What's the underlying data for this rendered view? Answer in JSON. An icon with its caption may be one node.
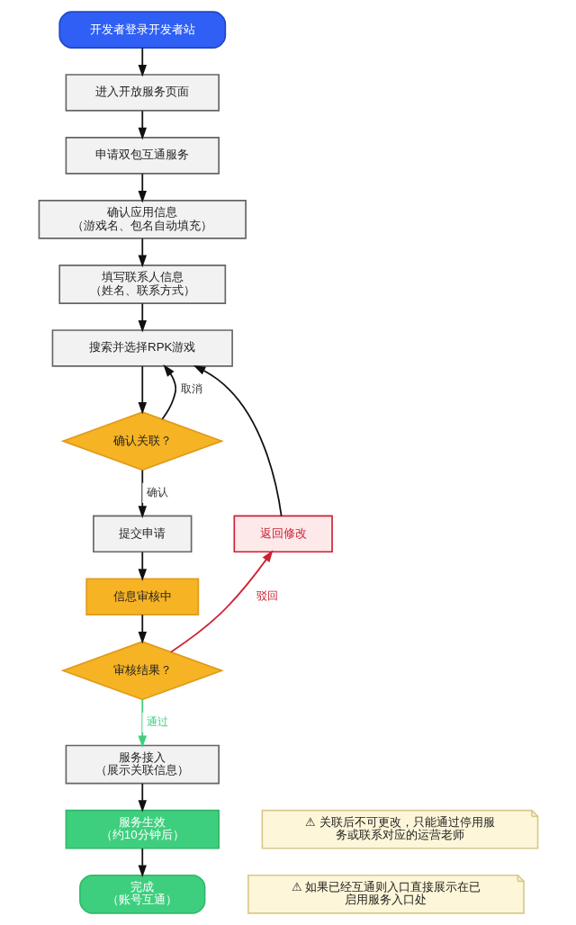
{
  "diagram": {
    "nodes": [
      {
        "text": [
          "开发者登录开发者站"
        ]
      },
      {
        "text": [
          "进入开放服务页面"
        ]
      },
      {
        "text": [
          "申请双包互通服务"
        ]
      },
      {
        "text": [
          "确认应用信息",
          "（游戏名、包名自动填充）"
        ]
      },
      {
        "text": [
          "填写联系人信息",
          "（姓名、联系方式）"
        ]
      },
      {
        "text": [
          "搜索并选择RPK游戏"
        ]
      },
      {
        "text": [
          "确认关联？"
        ]
      },
      {
        "text": [
          "返回修改"
        ]
      },
      {
        "text": [
          "提交申请"
        ]
      },
      {
        "text": [
          "信息审核中"
        ]
      },
      {
        "text": [
          "审核结果？"
        ]
      },
      {
        "text": [
          "服务接入",
          "（展示关联信息）"
        ]
      },
      {
        "text": [
          "服务生效",
          "（约10分钟后）"
        ]
      },
      {
        "text": [
          "⚠ 关联后不可更改，只能通过停用服务或联系对应的运营老师"
        ]
      },
      {
        "text": [
          "完成",
          "（账号互通）"
        ]
      },
      {
        "text": [
          "⚠ 如果已经互通则入口直接展示在已启用服务入口处"
        ]
      }
    ],
    "edges": [
      {
        "from": 0,
        "to": 1,
        "arrow": "to"
      },
      {
        "from": 1,
        "to": 2,
        "arrow": "to"
      },
      {
        "from": 2,
        "to": 3,
        "arrow": "to"
      },
      {
        "from": 3,
        "to": 4,
        "arrow": "to"
      },
      {
        "from": 4,
        "to": 5,
        "arrow": "to"
      },
      {
        "from": 5,
        "to": 6,
        "arrow": "to"
      },
      {
        "from": 6,
        "to": 5,
        "arrow": "to",
        "label": "取消"
      },
      {
        "from": 6,
        "to": 8,
        "arrow": "to",
        "label": "确认"
      },
      {
        "from": 8,
        "to": 9,
        "arrow": "to"
      },
      {
        "from": 9,
        "to": 10,
        "arrow": "to"
      },
      {
        "from": 10,
        "to": 7,
        "arrow": "to",
        "label": "驳回",
        "color": "#cc2233"
      },
      {
        "from": 7,
        "to": 5,
        "arrow": "to"
      },
      {
        "from": 10,
        "to": 11,
        "arrow": "to",
        "label": "通过",
        "color": "#3ecf7e"
      },
      {
        "from": 11,
        "to": 12,
        "arrow": "to"
      },
      {
        "from": 12,
        "to": 14,
        "arrow": "to"
      }
    ]
  }
}
